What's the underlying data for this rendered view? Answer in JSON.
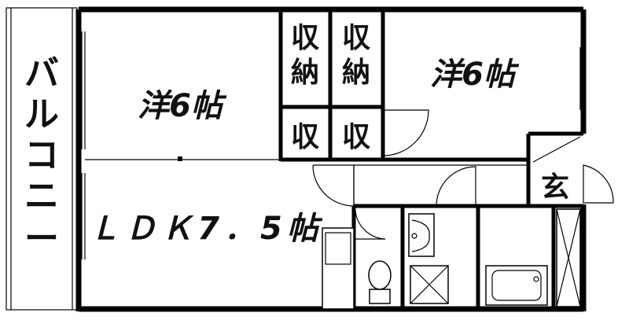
{
  "rooms": {
    "western_left": "洋6帖",
    "western_right": "洋6帖",
    "ldk": "ＬＤＫ7．5帖",
    "entrance": "玄",
    "balcony_chars": [
      "バ",
      "ル",
      "コ",
      "ニ",
      "ー"
    ]
  },
  "storage": {
    "closet_left": [
      "収",
      "納"
    ],
    "closet_right": [
      "収",
      "納"
    ],
    "small_left": "収",
    "small_right": "収"
  }
}
